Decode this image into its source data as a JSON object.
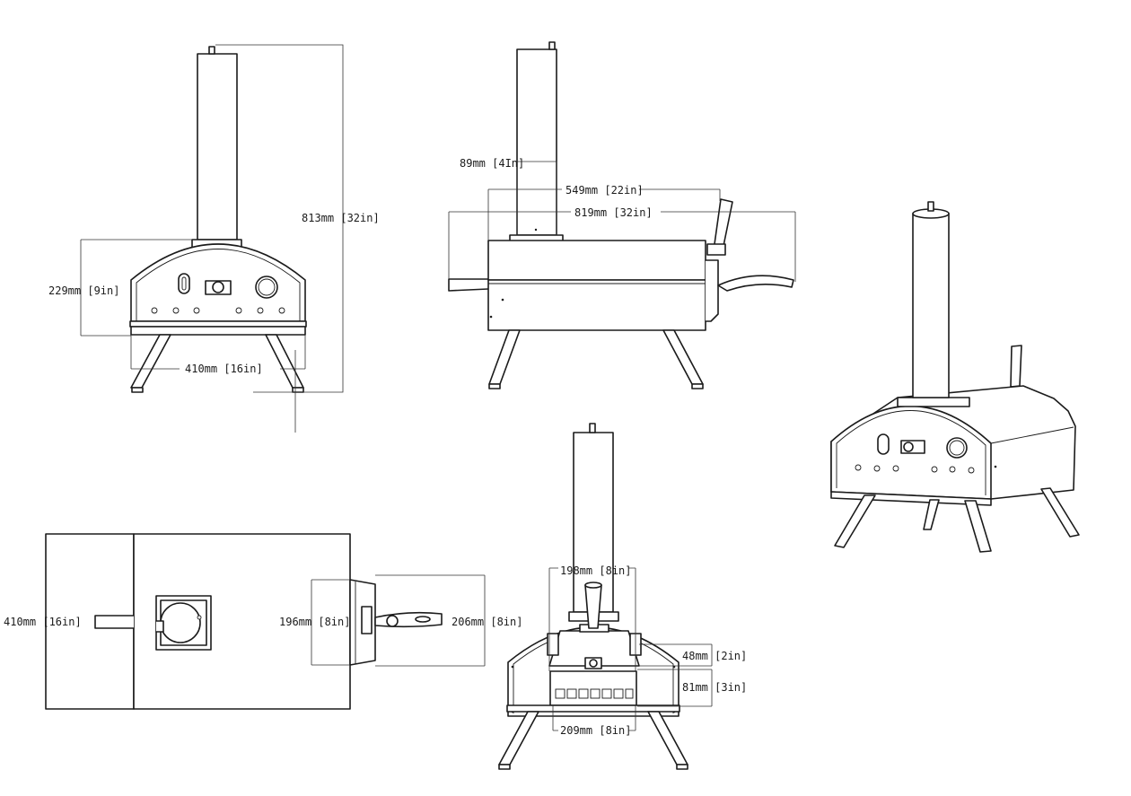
{
  "dimensions": {
    "front_height": "813mm [32in]",
    "front_dome_height": "229mm [9in]",
    "front_width": "410mm [16in]",
    "side_chimney_diameter": "89mm [4In]",
    "side_body_length": "549mm [22in]",
    "side_overall_length": "819mm [32in]",
    "top_depth": "410mm [16in]",
    "top_handle_inner": "196mm [8in]",
    "top_handle_outer": "206mm [8in]",
    "rear_top_width": "198mm [8in]",
    "rear_box_width": "209mm [8in]",
    "rear_upper_height": "48mm [2in]",
    "rear_lower_height": "81mm [3in]"
  },
  "colors": {
    "line": "#1b1b1b",
    "background": "#ffffff"
  }
}
